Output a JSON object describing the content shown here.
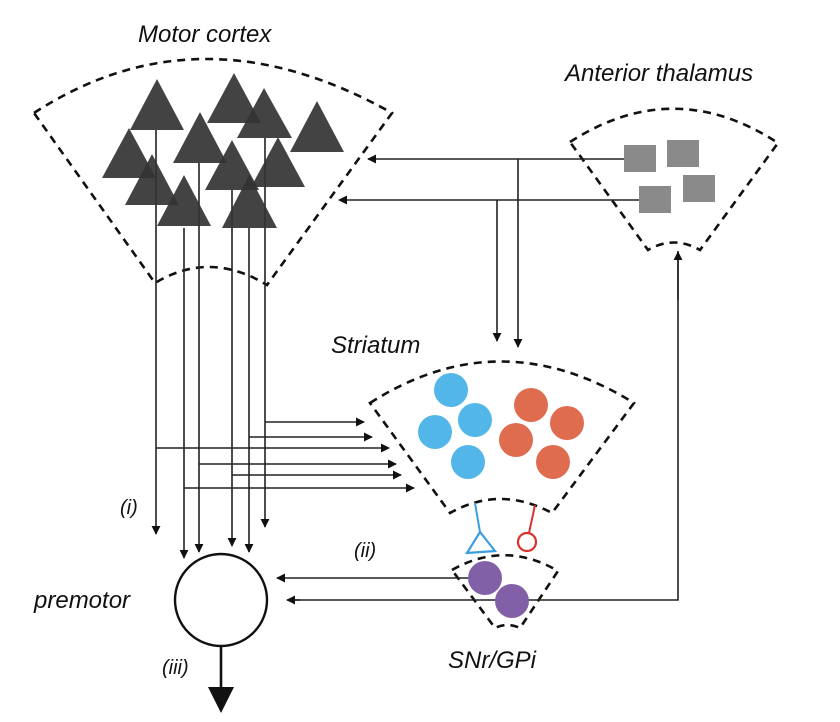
{
  "figure": {
    "type": "basal ganglia - cortex circuit schematic",
    "regions": {
      "motor_cortex": {
        "label": "Motor cortex",
        "cell_type": "pyramidal neurons (triangles)",
        "cell_count": 11,
        "cell_color": "#333333"
      },
      "anterior_thalamus": {
        "label": "Anterior thalamus",
        "cell_type": "thalamic neurons (squares)",
        "cell_count": 4,
        "cell_color": "#8a8a8a"
      },
      "striatum": {
        "label": "Striatum",
        "populations": [
          {
            "name": "blue population",
            "cell_count": 4,
            "color": "#52b6e8"
          },
          {
            "name": "orange population",
            "cell_count": 4,
            "color": "#e06c50"
          }
        ]
      },
      "snr_gpi": {
        "label": "SNr/GPi",
        "cell_count": 2,
        "cell_color": "#8260a8"
      },
      "premotor": {
        "label": "premotor"
      }
    },
    "synapses": [
      {
        "name": "excitatory synapse",
        "symbol": "open triangle",
        "color": "#3a9fe0"
      },
      {
        "name": "inhibitory synapse",
        "symbol": "open circle",
        "color": "#d8322c"
      }
    ],
    "pathway_labels": {
      "i": "(i)",
      "ii": "(ii)",
      "iii": "(iii)"
    },
    "connections": [
      "Anterior thalamus → Motor cortex",
      "Anterior thalamus → Striatum",
      "Motor cortex → Striatum",
      "Motor cortex → premotor (i)",
      "Striatum → SNr/GPi",
      "SNr/GPi → premotor (ii)",
      "SNr/GPi → Anterior thalamus",
      "premotor → output (iii)"
    ]
  }
}
